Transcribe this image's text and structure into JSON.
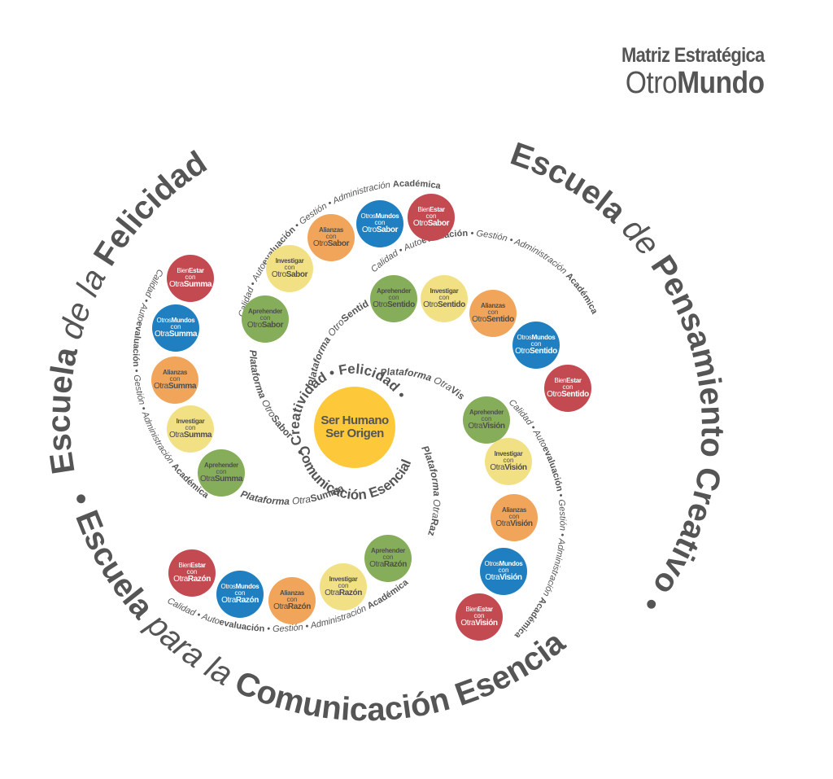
{
  "brand": {
    "line1": "Matriz Estratégica",
    "line2_light": "Otro",
    "line2_bold": "Mundo"
  },
  "center": {
    "line1": "Ser Humano",
    "line2": "Ser Origen",
    "color": "#fdc93a",
    "ring_text": "Creatividad • Felicidad • Comunicación Esencial"
  },
  "outer_ring": {
    "schools": [
      "Escuela de la Felicidad",
      "Escuela de Pensamiento Creativo",
      "Escuela para la Comunicación Esencial"
    ],
    "separator": "•"
  },
  "colors": {
    "aprehender": "#86ad5a",
    "investigar": "#f2e184",
    "alianzas": "#f0a55a",
    "otrosmundos": "#1f7fc0",
    "bienestar": "#c44a52",
    "text": "#4d4d4d"
  },
  "arc_labels": {
    "calidad": "Calidad",
    "auto": "Auto",
    "evaluacion": "evaluación",
    "gestion": "Gestión",
    "administracion": "Administración",
    "academica": "Académica"
  },
  "platforms": [
    {
      "name": "Sabor",
      "prefix": "Otro",
      "label": "Plataforma OtroSabor",
      "nodes": [
        {
          "top": "Aprehender",
          "mid": "con",
          "pre": "Otro",
          "bold": "Sabor"
        },
        {
          "top": "Investigar",
          "mid": "con",
          "pre": "Otro",
          "bold": "Sabor"
        },
        {
          "top": "Alianzas",
          "mid": "con",
          "pre": "Otro",
          "bold": "Sabor"
        },
        {
          "top_n": "Otros",
          "top": "Mundos",
          "mid": "con",
          "pre": "Otro",
          "bold": "Sabor"
        },
        {
          "top_n": "Bien",
          "top": "Estar",
          "mid": "con",
          "pre": "Otro",
          "bold": "Sabor"
        }
      ]
    },
    {
      "name": "Sentido",
      "prefix": "Otro",
      "label": "Plataforma OtroSentido",
      "nodes": [
        {
          "top": "Aprehender",
          "mid": "con",
          "pre": "Otro",
          "bold": "Sentido"
        },
        {
          "top": "Investigar",
          "mid": "con",
          "pre": "Otro",
          "bold": "Sentido"
        },
        {
          "top": "Alianzas",
          "mid": "con",
          "pre": "Otro",
          "bold": "Sentido"
        },
        {
          "top_n": "Otros",
          "top": "Mundos",
          "mid": "con",
          "pre": "Otro",
          "bold": "Sentido"
        },
        {
          "top_n": "Bien",
          "top": "Estar",
          "mid": "con",
          "pre": "Otro",
          "bold": "Sentido"
        }
      ]
    },
    {
      "name": "Summa",
      "prefix": "Otra",
      "label": "Plataforma OtraSumma",
      "nodes": [
        {
          "top": "Aprehender",
          "mid": "con",
          "pre": "Otra",
          "bold": "Summa"
        },
        {
          "top": "Investigar",
          "mid": "con",
          "pre": "Otra",
          "bold": "Summa"
        },
        {
          "top": "Alianzas",
          "mid": "con",
          "pre": "Otra",
          "bold": "Summa"
        },
        {
          "top_n": "Otros",
          "top": "Mundos",
          "mid": "con",
          "pre": "Otra",
          "bold": "Summa"
        },
        {
          "top_n": "Bien",
          "top": "Estar",
          "mid": "con",
          "pre": "Otra",
          "bold": "Summa"
        }
      ]
    },
    {
      "name": "Visión",
      "prefix": "Otra",
      "label": "Plataforma OtraVisión",
      "nodes": [
        {
          "top": "Aprehender",
          "mid": "con",
          "pre": "Otra",
          "bold": "Visión"
        },
        {
          "top": "Investigar",
          "mid": "con",
          "pre": "Otra",
          "bold": "Visión"
        },
        {
          "top": "Alianzas",
          "mid": "con",
          "pre": "Otra",
          "bold": "Visión"
        },
        {
          "top_n": "Otros",
          "top": "Mundos",
          "mid": "con",
          "pre": "Otra",
          "bold": "Visión"
        },
        {
          "top_n": "Bien",
          "top": "Estar",
          "mid": "con",
          "pre": "Otra",
          "bold": "Visión"
        }
      ]
    },
    {
      "name": "Razón",
      "prefix": "Otra",
      "label": "Plataforma OtraRazón",
      "nodes": [
        {
          "top": "Aprehender",
          "mid": "con",
          "pre": "Otra",
          "bold": "Razón"
        },
        {
          "top": "Investigar",
          "mid": "con",
          "pre": "Otra",
          "bold": "Razón"
        },
        {
          "top": "Alianzas",
          "mid": "con",
          "pre": "Otra",
          "bold": "Razón"
        },
        {
          "top_n": "Otros",
          "top": "Mundos",
          "mid": "con",
          "pre": "Otra",
          "bold": "Razón"
        },
        {
          "top_n": "Bien",
          "top": "Estar",
          "mid": "con",
          "pre": "Otra",
          "bold": "Razón"
        }
      ]
    }
  ]
}
